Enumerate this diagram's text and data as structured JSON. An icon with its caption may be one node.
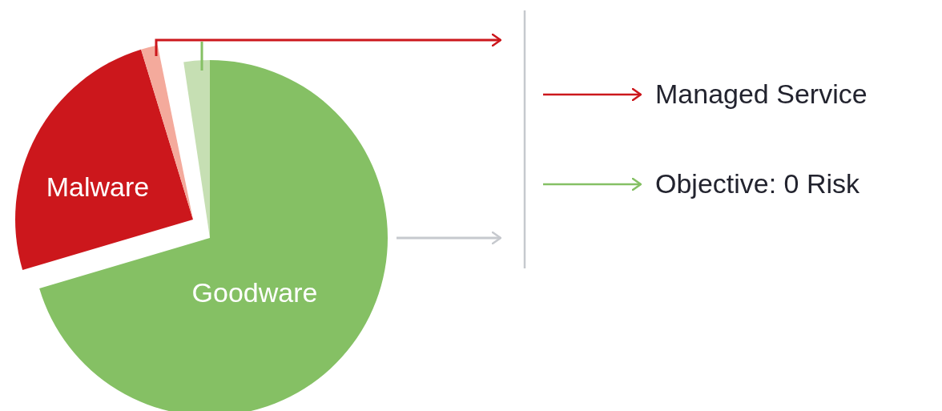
{
  "diagram": {
    "nodes": [
      {
        "text": [
          "Goodware"
        ]
      },
      {
        "text": [
          "Malware"
        ]
      },
      {
        "text": [],
        "shape": "wedge"
      },
      {
        "text": [],
        "shape": "wedge"
      }
    ],
    "edges": [
      {
        "from": 2,
        "to": null,
        "arrow": "to",
        "color": "#cc171c"
      },
      {
        "from": 3,
        "to": null,
        "arrow": "none",
        "color": "#85c064"
      },
      {
        "from": 0,
        "to": null,
        "arrow": "to",
        "color": "#c6c9ce"
      }
    ],
    "legend": [
      {
        "text": "Managed Service"
      },
      {
        "text": "Objective: 0 Risk"
      }
    ]
  }
}
